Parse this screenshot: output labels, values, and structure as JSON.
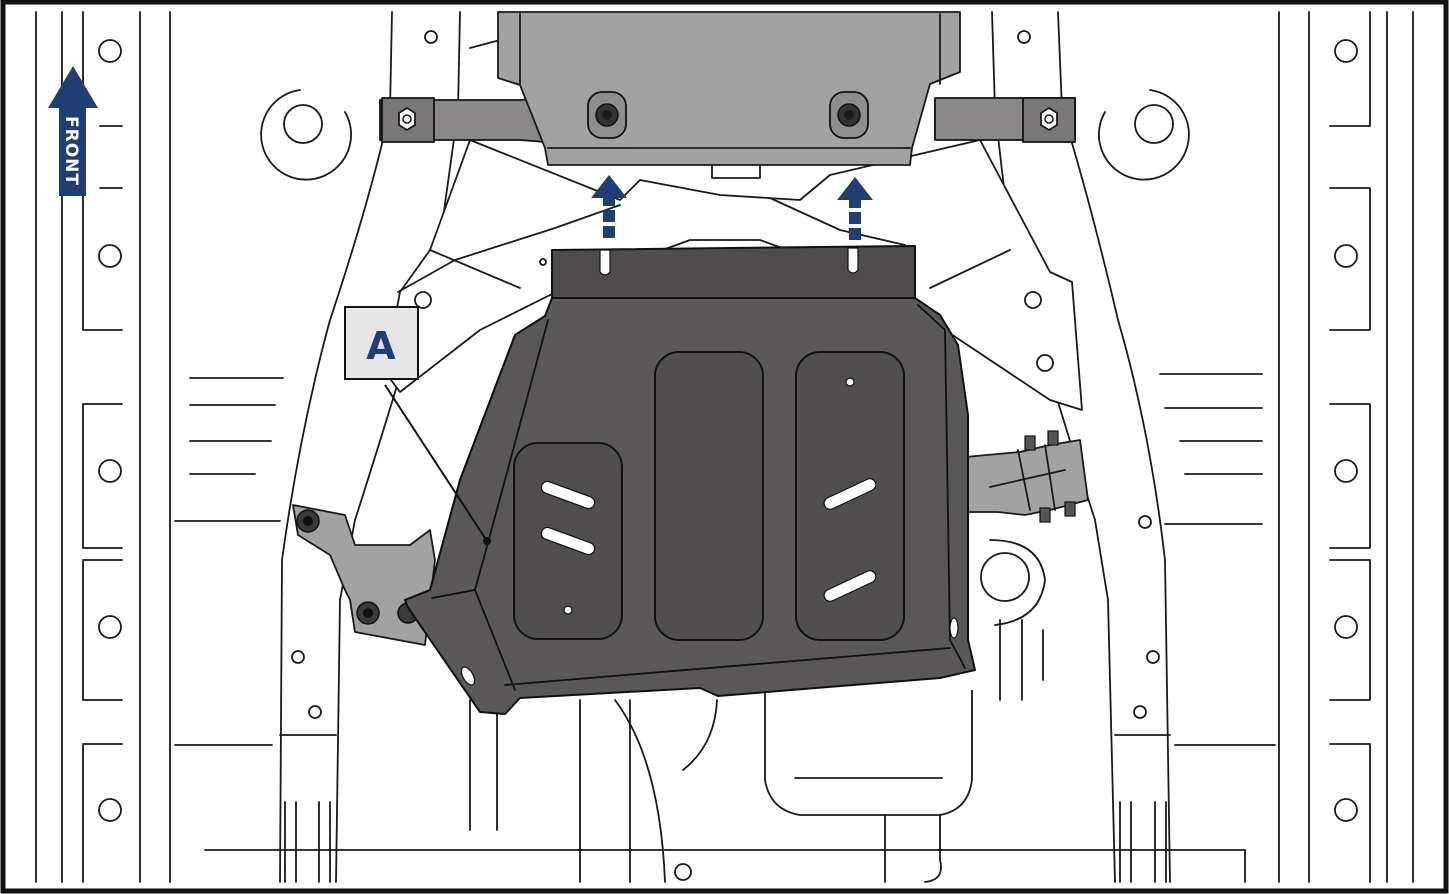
{
  "front_label": "FRONT",
  "callout_label": "A",
  "colors": {
    "arrow": "#1f3f73",
    "skid_plate": "#5a5858",
    "transfer_case": "#a3a2a2",
    "callout_box": "#e6e6e6"
  },
  "icons": [
    "front-direction-arrow",
    "upward-install-arrow",
    "upward-install-arrow"
  ]
}
